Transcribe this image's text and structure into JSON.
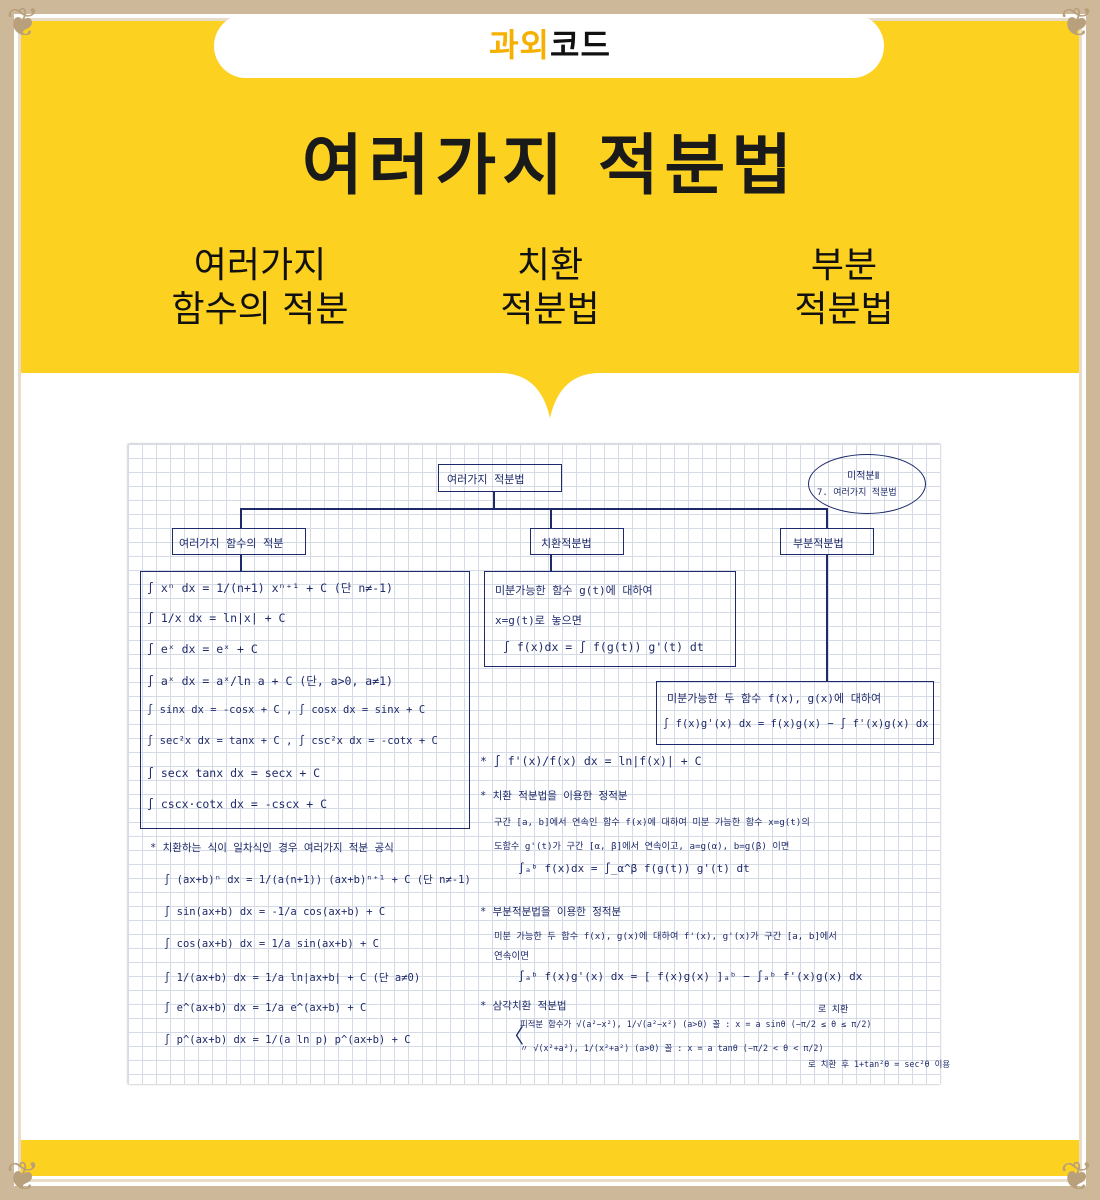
{
  "brand": {
    "part1": "과외",
    "part2": "코드"
  },
  "title": "여러가지 적분법",
  "subtitles": [
    {
      "line1": "여러가지",
      "line2": "함수의 적분"
    },
    {
      "line1": "치환",
      "line2": "적분법"
    },
    {
      "line1": "부분",
      "line2": "적분법"
    }
  ],
  "colors": {
    "yellow": "#fdd120",
    "ink": "#1e2a6a",
    "frame": "#cdb89a"
  },
  "notes": {
    "root": "여러가지 적분법",
    "tag_line1": "미적분Ⅱ",
    "tag_line2": "7. 여러가지 적분법",
    "branches": [
      "여러가지 함수의 적분",
      "치환적분법",
      "부분적분법"
    ],
    "left_formulas": [
      "∫ xⁿ dx = 1/(n+1) xⁿ⁺¹ + C  (단 n≠-1)",
      "∫ 1/x dx = ln|x| + C",
      "∫ eˣ dx = eˣ + C",
      "∫ aˣ dx = aˣ/ln a + C  (단, a>0, a≠1)",
      "∫ sinx dx = -cosx + C ,  ∫ cosx dx = sinx + C",
      "∫ sec²x dx = tanx + C ,  ∫ csc²x dx = -cotx + C",
      "∫ secx tanx dx = secx + C",
      "∫ cscx·cotx dx = -cscx + C"
    ],
    "linear_title": "* 치환하는 식이 일차식인 경우 여러가지 적분 공식",
    "linear_formulas": [
      "∫ (ax+b)ⁿ dx = 1/(a(n+1)) (ax+b)ⁿ⁺¹ + C  (단 n≠-1)",
      "∫ sin(ax+b) dx = -1/a cos(ax+b) + C",
      "∫ cos(ax+b) dx = 1/a sin(ax+b) + C",
      "∫ 1/(ax+b) dx = 1/a ln|ax+b| + C  (단 a≠0)",
      "∫ e^(ax+b) dx = 1/a e^(ax+b) + C",
      "∫ p^(ax+b) dx = 1/(a ln p) p^(ax+b) + C"
    ],
    "sub_box": [
      "미분가능한 함수 g(t)에 대하여",
      "x=g(t)로 놓으면",
      "∫ f(x)dx = ∫ f(g(t)) g'(t) dt"
    ],
    "parts_box": [
      "미분가능한 두 함수 f(x), g(x)에 대하여",
      "∫ f(x)g'(x) dx = f(x)g(x) − ∫ f'(x)g(x) dx"
    ],
    "log_note": "* ∫ f'(x)/f(x) dx = ln|f(x)| + C",
    "definite_sub": [
      "* 치환 적분법을 이용한 정적분",
      "구간 [a, b]에서 연속인 함수 f(x)에 대하여  미분 가능한 함수 x=g(t)의",
      "도함수 g'(t)가 구간 [α, β]에서 연속이고,   a=g(α),  b=g(β) 이면",
      "∫ₐᵇ f(x)dx = ∫_α^β f(g(t)) g'(t) dt"
    ],
    "definite_parts": [
      "* 부분적분법을 이용한 정적분",
      "미분 가능한 두 함수 f(x), g(x)에 대하여  f'(x), g'(x)가 구간 [a, b]에서",
      "연속이면",
      "∫ₐᵇ f(x)g'(x) dx = [ f(x)g(x) ]ₐᵇ − ∫ₐᵇ f'(x)g(x) dx"
    ],
    "trig_sub": [
      "* 삼각치환 적분법",
      "피적분 함수가 √(a²−x²), 1/√(a²−x²)  (a>0) 꼴 : x = a sinθ (−π/2 ≤ θ ≤ π/2)",
      "〃   √(x²+a²), 1/(x²+a²)  (a>0) 꼴 : x = a tanθ (−π/2 < θ < π/2)",
      "로 치환",
      "로 치환 후  1+tan²θ = sec²θ 이용"
    ]
  }
}
